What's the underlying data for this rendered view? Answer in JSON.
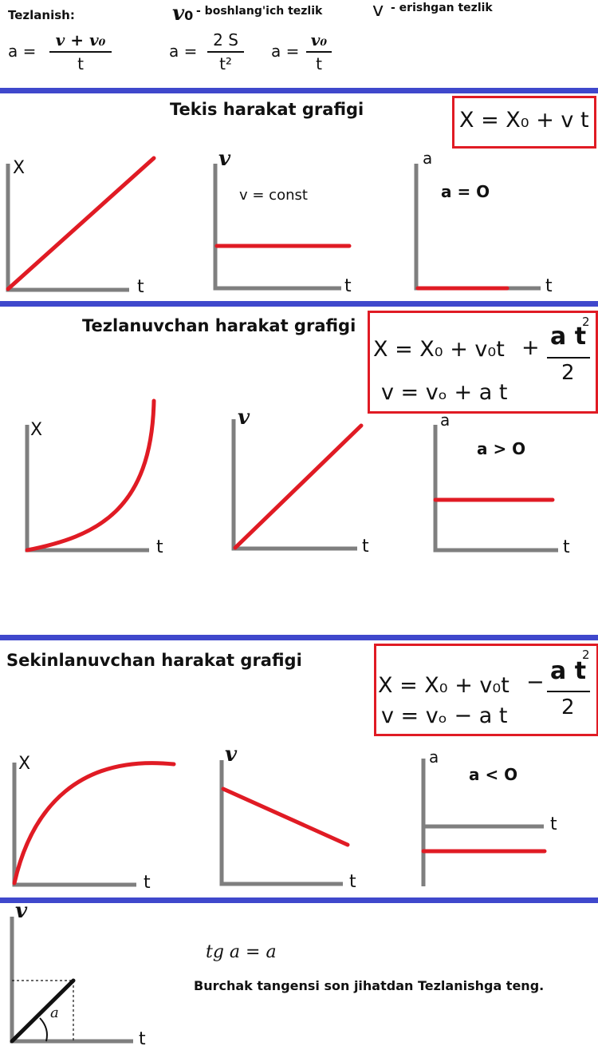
{
  "header": {
    "tezlanish_label": "Tezlanish:",
    "v0_symbol": "v",
    "v0_sub": "0",
    "v0_desc": "- boshlang'ich tezlik",
    "v_symbol": "v",
    "v_desc": "- erishgan tezlik",
    "formula1": {
      "lhs": "a =",
      "num": "v + v₀",
      "den": "t"
    },
    "formula2": {
      "lhs": "a =",
      "num": "2 S",
      "den": "t²"
    },
    "formula3": {
      "lhs": "a =",
      "num": "v₀",
      "den": "t"
    }
  },
  "sections": [
    {
      "title": "Tekis harakat grafigi",
      "formula_line1": "X = X₀ + v t",
      "graphs": [
        {
          "y_label": "X",
          "x_label": "t"
        },
        {
          "y_label": "v",
          "x_label": "t",
          "annotation": "v = const"
        },
        {
          "y_label": "a",
          "x_label": "t",
          "annotation": "a = O"
        }
      ]
    },
    {
      "title": "Tezlanuvchan harakat grafigi",
      "formula_line1": "X = X₀ + v₀t",
      "formula_sign": "+",
      "formula_num": "a t",
      "formula_exp": "2",
      "formula_den": "2",
      "formula_line2": "v = vₒ + a t",
      "graphs": [
        {
          "y_label": "X",
          "x_label": "t"
        },
        {
          "y_label": "v",
          "x_label": "t"
        },
        {
          "y_label": "a",
          "x_label": "t",
          "annotation": "a > O"
        }
      ]
    },
    {
      "title": "Sekinlanuvchan harakat grafigi",
      "formula_line1": "X = X₀ + v₀t",
      "formula_sign": "−",
      "formula_num": "a t",
      "formula_exp": "2",
      "formula_den": "2",
      "formula_line2": "v = vₒ − a t",
      "graphs": [
        {
          "y_label": "X",
          "x_label": "t"
        },
        {
          "y_label": "v",
          "x_label": "t"
        },
        {
          "y_label": "a",
          "x_label": "t",
          "annotation": "a < O"
        }
      ]
    }
  ],
  "tangent": {
    "y_label": "v",
    "x_label": "t",
    "angle_label": "a",
    "formula": "tg a = a",
    "description": "Burchak tangensi son jihatdan Tezlanishga teng."
  },
  "colors": {
    "band": "#3f48cc",
    "curve": "#e01b24",
    "axis": "#7f7f7f"
  }
}
